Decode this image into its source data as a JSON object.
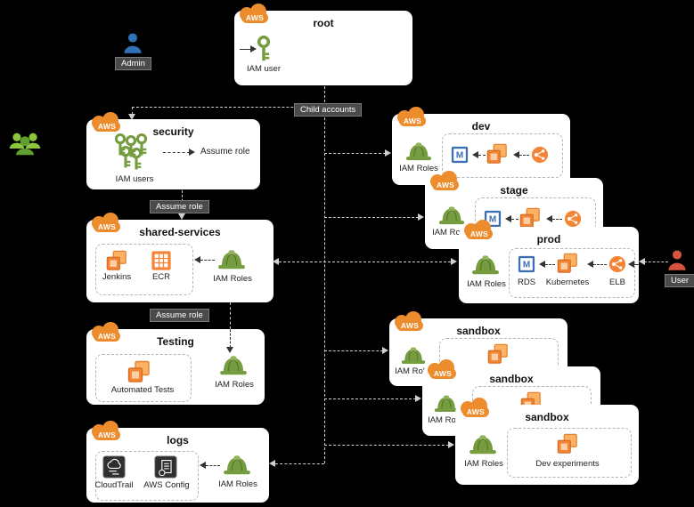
{
  "badge": {
    "label": "AWS"
  },
  "actors": {
    "admin": {
      "label": "Admin"
    },
    "user": {
      "label": "User"
    }
  },
  "edges": {
    "child_accounts": "Child accounts",
    "assume_role_1": "Assume role",
    "assume_role_2": "Assume role"
  },
  "accounts": {
    "root": {
      "title": "root",
      "iam_user": "IAM user"
    },
    "security": {
      "title": "security",
      "iam_users": "IAM users",
      "assume_role": "Assume role"
    },
    "shared_services": {
      "title": "shared-services",
      "jenkins": "Jenkins",
      "ecr": "ECR",
      "iam_roles": "IAM Roles"
    },
    "testing": {
      "title": "Testing",
      "automated_tests": "Automated Tests",
      "iam_roles": "IAM Roles"
    },
    "logs": {
      "title": "logs",
      "cloudtrail": "CloudTrail",
      "aws_config": "AWS Config",
      "iam_roles": "IAM Roles"
    },
    "dev": {
      "title": "dev",
      "iam_roles": "IAM Roles"
    },
    "stage": {
      "title": "stage",
      "iam_roles": "IAM Roles"
    },
    "prod": {
      "title": "prod",
      "iam_roles": "IAM Roles",
      "rds": "RDS",
      "kubernetes": "Kubernetes",
      "elb": "ELB"
    },
    "sandbox_1": {
      "title": "sandbox",
      "iam_roles": "IAM Roles"
    },
    "sandbox_2": {
      "title": "sandbox",
      "iam_roles": "IAM Roles"
    },
    "sandbox_3": {
      "title": "sandbox",
      "iam_roles": "IAM Roles",
      "dev_experiments": "Dev experiments"
    }
  },
  "icons": {
    "aws_badge": "orange-cloud",
    "iam_user": "green-key",
    "iam_users": "green-key-cluster",
    "iam_roles": "green-helmet",
    "services": "orange-stacked-squares",
    "ecr": "orange-registry-grid",
    "rds": "blue-m-square",
    "elb": "orange-network-circle",
    "cloudtrail": "dark-cloud-square",
    "aws_config": "dark-audit-square",
    "admin": "blue-person",
    "user": "red-person",
    "group": "green-people-group"
  },
  "colors": {
    "background": "#000000",
    "box": "#ffffff",
    "aws_orange": "#ed8c2d",
    "icon_orange": "#f58536",
    "iam_green": "#759c3e",
    "admin_blue": "#2e73b8",
    "user_red": "#d6533e",
    "group_green": "#76b843",
    "line": "#cfcfcf"
  }
}
